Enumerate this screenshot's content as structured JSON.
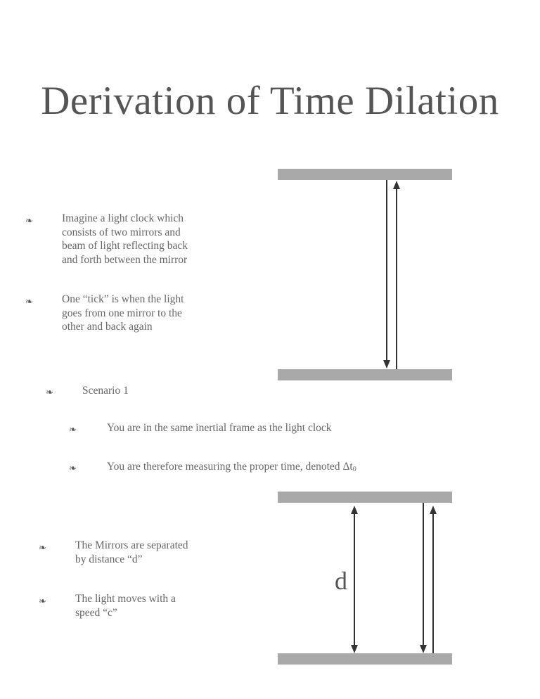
{
  "title": "Derivation of Time Dilation",
  "bullet_glyph": "❧",
  "bullets": [
    {
      "text": "Imagine a light clock which consists of two mirrors and beam of light reflecting back and forth between the mirror",
      "lines": [
        "Imagine a light clock which",
        "consists of two mirrors and",
        "beam of light reflecting back",
        "and forth between the mirror"
      ]
    },
    {
      "text": "One “tick” is when the light goes from one mirror to the other and back again",
      "lines": [
        "One “tick” is when the light",
        "goes from one mirror to the",
        "other and back again"
      ]
    },
    {
      "text": "Scenario 1"
    },
    {
      "text": "You are in the same inertial frame as the light clock"
    },
    {
      "text": "You are therefore measuring the proper time, denoted Δt₀",
      "prefix": "You are therefore measuring the proper time, denoted ",
      "symbol": "Δt",
      "subscript": "0"
    },
    {
      "text": "The Mirrors are separated by distance “d”",
      "lines": [
        "The Mirrors are separated",
        "by distance “d”"
      ]
    },
    {
      "text": "The light moves with a speed “c”",
      "lines": [
        "The light moves with a",
        "speed “c”"
      ]
    }
  ],
  "diagram": {
    "label_d": "d",
    "mirror_color": "#a9a9a9",
    "arrow_color": "#333333"
  }
}
